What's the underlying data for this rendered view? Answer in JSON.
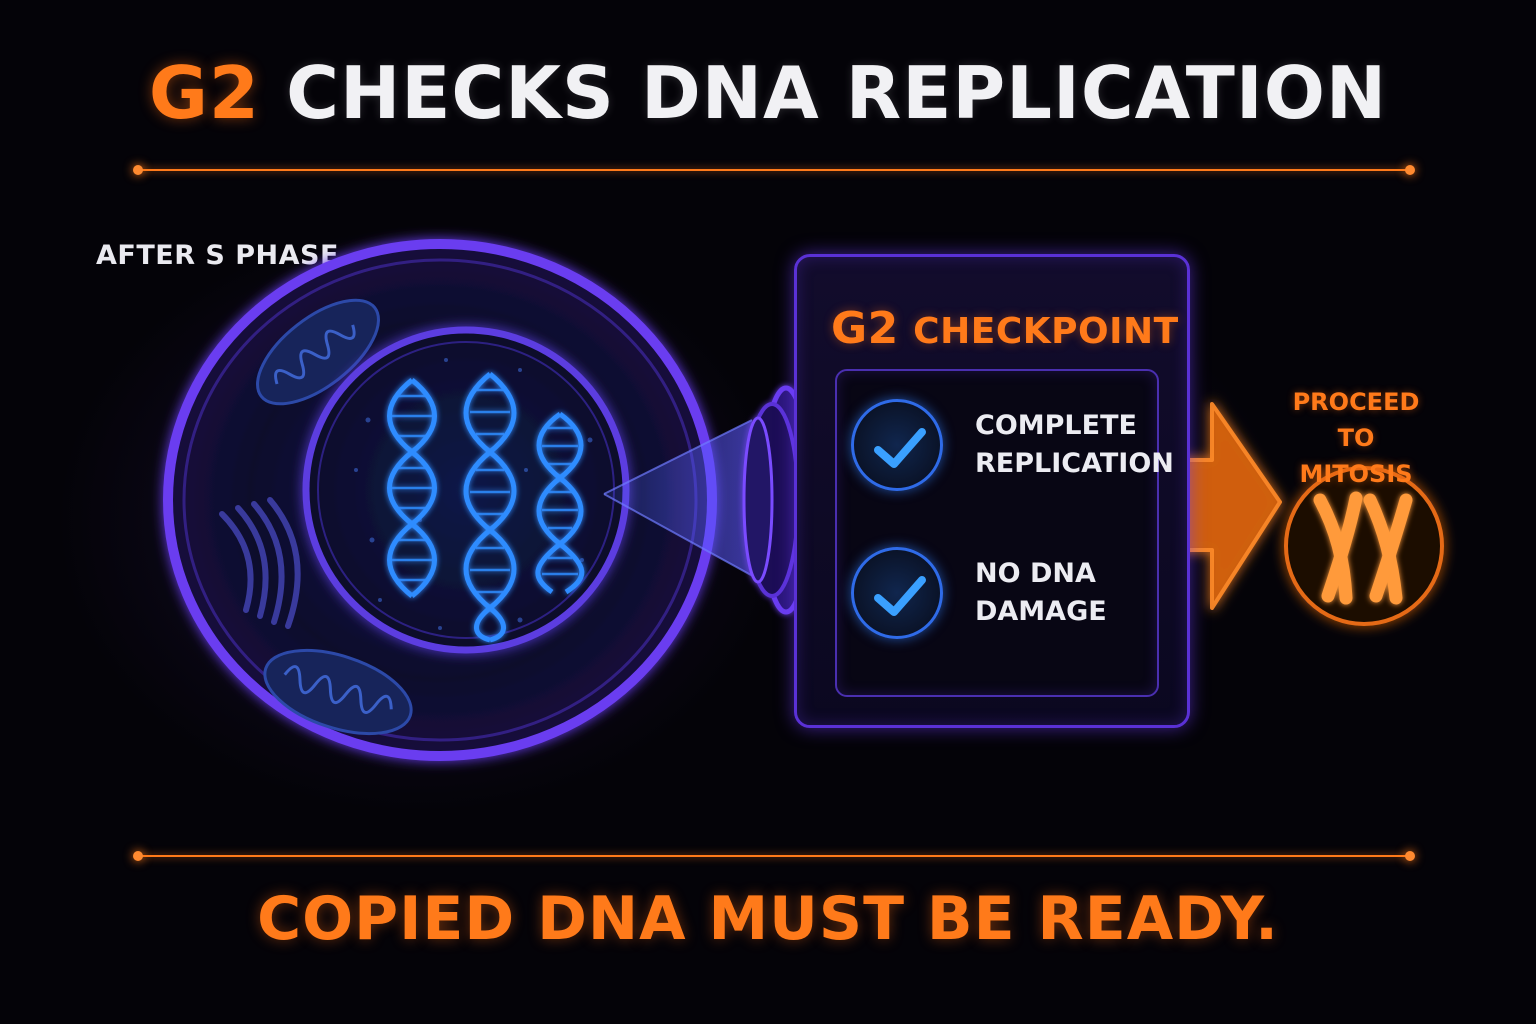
{
  "title": {
    "accent": "G2",
    "rest": "CHECKS DNA REPLICATION"
  },
  "cell": {
    "label": "AFTER S PHASE"
  },
  "checkpoint": {
    "title_accent": "G2",
    "title_rest": "CHECKPOINT",
    "items": [
      {
        "line1": "COMPLETE",
        "line2": "REPLICATION"
      },
      {
        "line1": "NO DNA",
        "line2": "DAMAGE"
      }
    ]
  },
  "outcome": {
    "line1": "PROCEED TO",
    "line2": "MITOSIS"
  },
  "footer": {
    "text": "COPIED DNA MUST BE READY."
  },
  "colors": {
    "accent_orange": "#ff7a1a",
    "cell_purple": "#6a3cf0",
    "dna_blue": "#2f8cff",
    "text_white": "#f1f1f4",
    "background": "#040308"
  },
  "icons": [
    "dna-helix-icon",
    "mitochondrion-icon",
    "golgi-icon",
    "check-icon",
    "arrow-right-icon",
    "chromosome-icon"
  ]
}
